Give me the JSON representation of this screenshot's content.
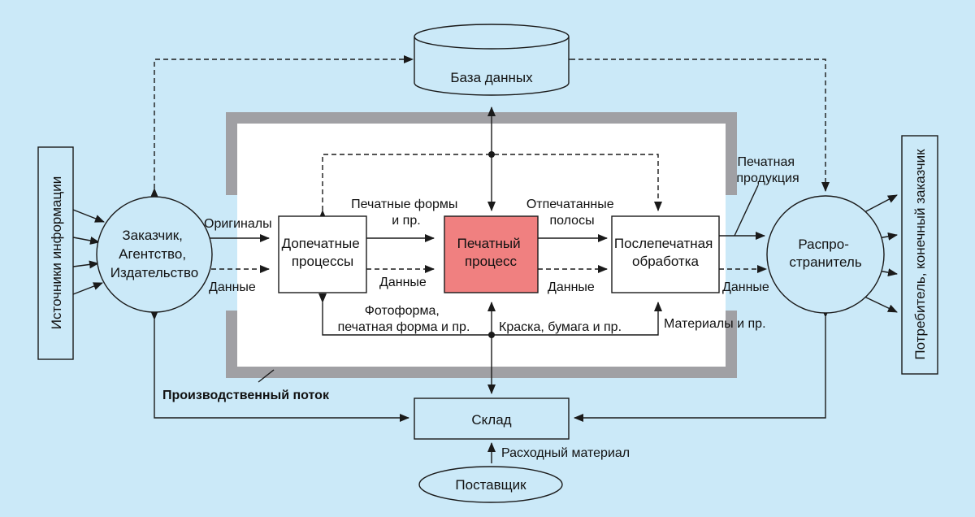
{
  "colors": {
    "background": "#cbe9f8",
    "node_fill": "#cbe9f8",
    "process_fill": "#ffffff",
    "highlight_fill": "#f08080",
    "frame": "#a0a0a4",
    "line": "#1a1a1a"
  },
  "nodes": {
    "database": "База данных",
    "sources": "Источники информации",
    "customer": [
      "Заказчик,",
      "Агентство,",
      "Издательство"
    ],
    "prepress": [
      "Допечатные",
      "процессы"
    ],
    "printing": [
      "Печатный",
      "процесс"
    ],
    "postpress": [
      "Послепечатная",
      "обработка"
    ],
    "distributor": [
      "Распро-",
      "странитель"
    ],
    "consumer": "Потребитель, конечный заказчик",
    "warehouse": "Склад",
    "supplier": "Поставщик"
  },
  "edge_labels": {
    "originals": "Оригиналы",
    "data_1": "Данные",
    "forms": [
      "Печатные формы",
      "и пр."
    ],
    "data_2": "Данные",
    "printed_sheets": [
      "Отпечатанные",
      "полосы"
    ],
    "data_3": "Данные",
    "printed_products": [
      "Печатная",
      "продукция"
    ],
    "data_4": "Данные",
    "photoform": [
      "Фотоформа,",
      "печатная форма и пр."
    ],
    "ink_paper": "Краска, бумага и пр.",
    "materials": "Материалы и пр.",
    "production_flow": "Производственный поток",
    "consumables": "Расходный материал"
  }
}
